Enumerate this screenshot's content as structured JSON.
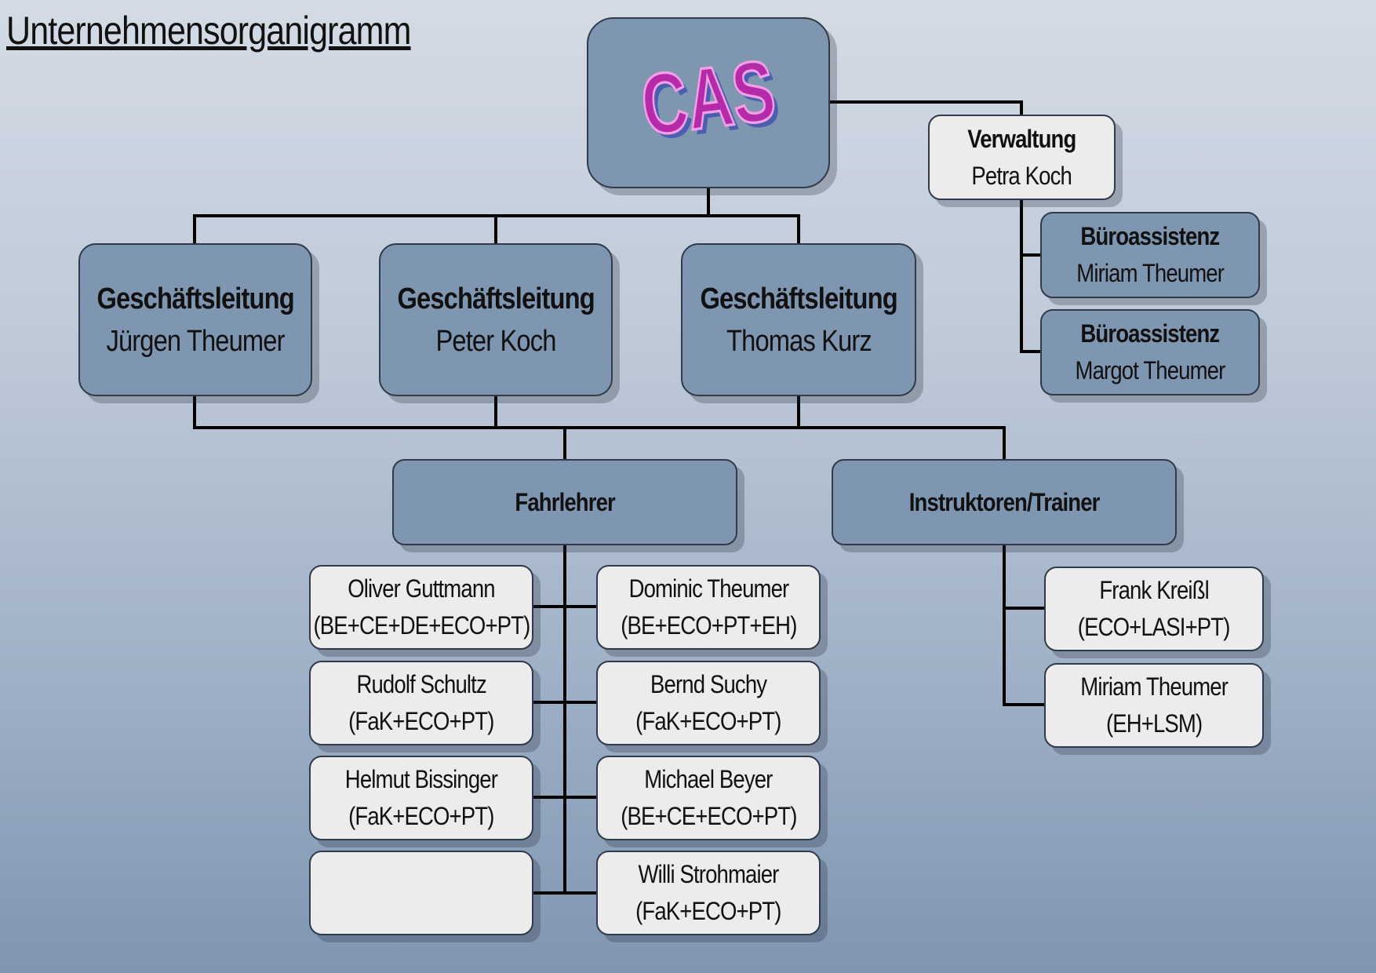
{
  "page": {
    "title": "Unternehmensorganigramm"
  },
  "logo": {
    "text": "CAS"
  },
  "colors": {
    "box_blue": "#7f96b0",
    "box_white": "#ececec",
    "line": "#000000",
    "logo_fill": "#b52aa8",
    "logo_highlight": "#f2a0e6",
    "logo_shadow": "#4a5fb0"
  },
  "verwaltung": {
    "role": "Verwaltung",
    "name": "Petra Koch"
  },
  "bueroassistenz": [
    {
      "role": "Büroassistenz",
      "name": "Miriam Theumer"
    },
    {
      "role": "Büroassistenz",
      "name": "Margot Theumer"
    }
  ],
  "geschaeftsleitung": [
    {
      "role": "Geschäftsleitung",
      "name": "Jürgen Theumer"
    },
    {
      "role": "Geschäftsleitung",
      "name": "Peter Koch"
    },
    {
      "role": "Geschäftsleitung",
      "name": "Thomas Kurz"
    }
  ],
  "departments": {
    "fahrlehrer": "Fahrlehrer",
    "instruktoren": "Instruktoren/Trainer"
  },
  "fahrlehrer_left": [
    {
      "name": "Oliver Guttmann",
      "qual": "(BE+CE+DE+ECO+PT)"
    },
    {
      "name": "Rudolf Schultz",
      "qual": "(FaK+ECO+PT)"
    },
    {
      "name": "Helmut Bissinger",
      "qual": "(FaK+ECO+PT)"
    },
    {
      "name": "",
      "qual": ""
    }
  ],
  "fahrlehrer_right": [
    {
      "name": "Dominic Theumer",
      "qual": "(BE+ECO+PT+EH)"
    },
    {
      "name": "Bernd Suchy",
      "qual": "(FaK+ECO+PT)"
    },
    {
      "name": "Michael Beyer",
      "qual": "(BE+CE+ECO+PT)"
    },
    {
      "name": "Willi Strohmaier",
      "qual": "(FaK+ECO+PT)"
    }
  ],
  "instruktoren": [
    {
      "name": "Frank Kreißl",
      "qual": "(ECO+LASI+PT)"
    },
    {
      "name": "Miriam Theumer",
      "qual": "(EH+LSM)"
    }
  ]
}
